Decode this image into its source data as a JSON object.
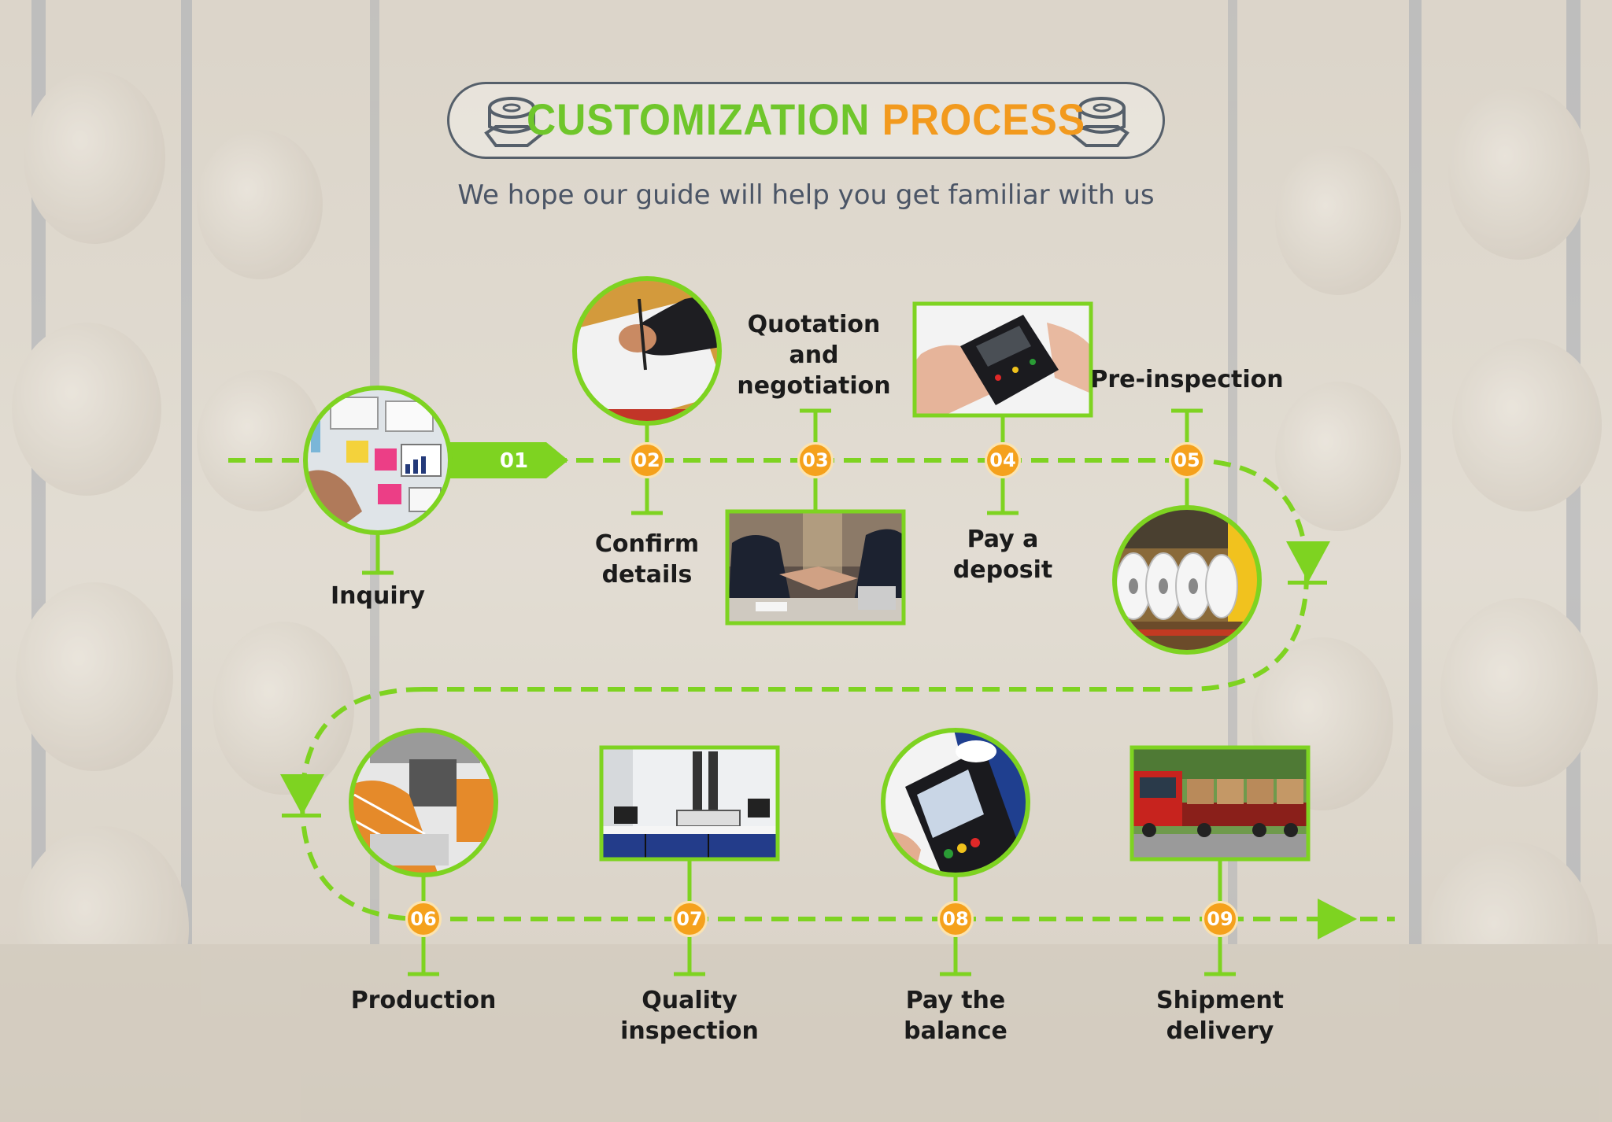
{
  "header": {
    "title_part1": "CUSTOMIZATION",
    "title_part2": "PROCESS",
    "subtitle": "We hope our guide will help you get familiar with us"
  },
  "icons": {
    "left": "tape-reel-icon",
    "right": "tape-reel-icon"
  },
  "colors": {
    "accent_green": "#7ed321",
    "accent_orange": "#f5a11c",
    "title_green": "#6fc62b",
    "title_orange": "#f29a1e",
    "text_dark": "#1b1b1b",
    "frame_gray": "#555f6a"
  },
  "steps": [
    {
      "num": "01",
      "lines": [
        "Inquiry"
      ],
      "photo": "sticky-notes-planning"
    },
    {
      "num": "02",
      "lines": [
        "Confirm",
        "details"
      ],
      "photo": "signing-document"
    },
    {
      "num": "03",
      "lines": [
        "Quotation",
        "and",
        "negotiation"
      ],
      "photo": "business-handshake"
    },
    {
      "num": "04",
      "lines": [
        "Pay a",
        "deposit"
      ],
      "photo": "card-payment-terminal"
    },
    {
      "num": "05",
      "lines": [
        "Pre-inspection"
      ],
      "photo": "paper-rolls-factory"
    },
    {
      "num": "06",
      "lines": [
        "Production"
      ],
      "photo": "label-printing-machine"
    },
    {
      "num": "07",
      "lines": [
        "Quality",
        "inspection"
      ],
      "photo": "testing-laboratory"
    },
    {
      "num": "08",
      "lines": [
        "Pay the",
        "balance"
      ],
      "photo": "samsung-pay-terminal"
    },
    {
      "num": "09",
      "lines": [
        "Shipment",
        "delivery"
      ],
      "photo": "cargo-truck"
    }
  ]
}
